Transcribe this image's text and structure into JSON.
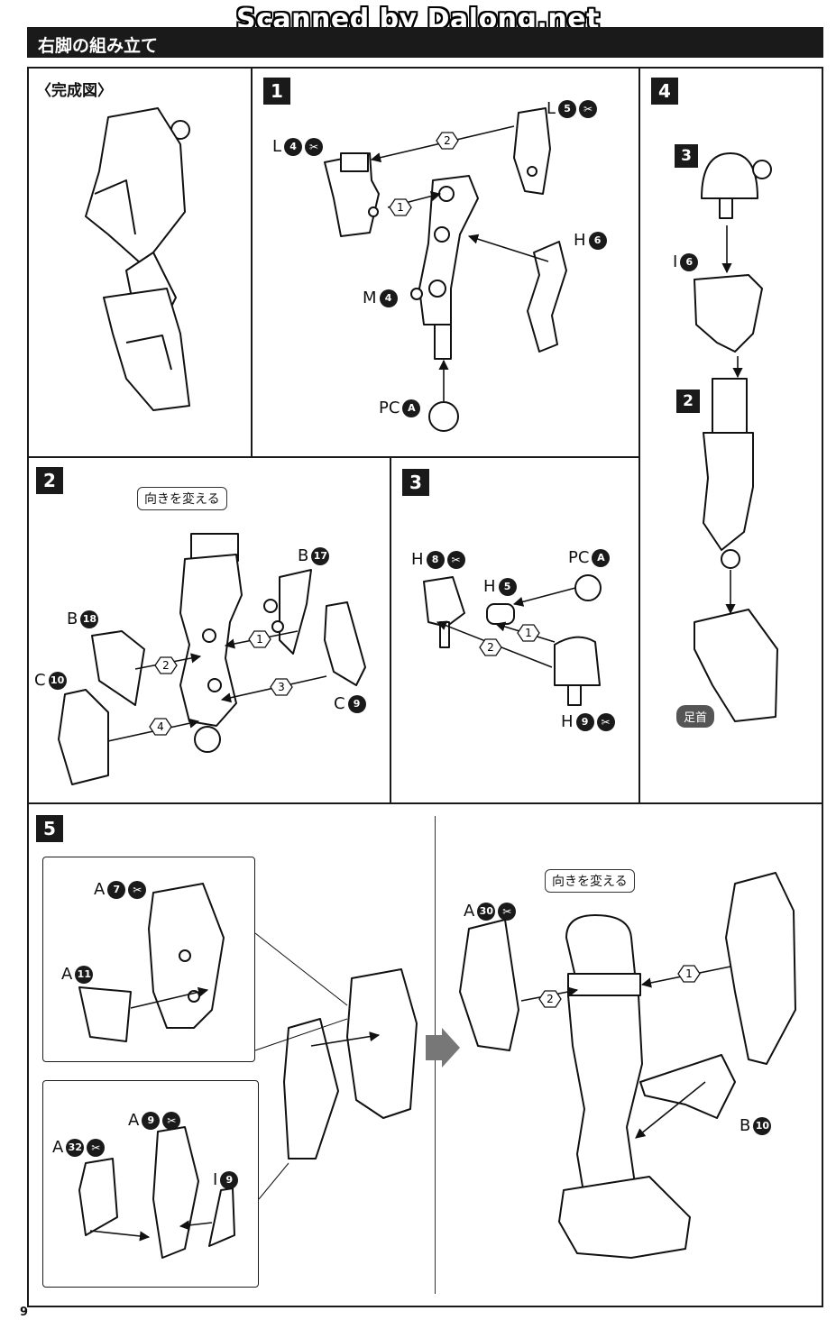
{
  "watermark": "Scanned by Dalong.net",
  "header": {
    "title": "右脚の組み立て"
  },
  "panels": {
    "complete": {
      "label": "〈完成図〉"
    },
    "step1": {
      "number": "1",
      "parts": [
        {
          "letter": "L",
          "num": "5",
          "cut": true
        },
        {
          "letter": "L",
          "num": "4",
          "cut": true
        },
        {
          "letter": "H",
          "num": "6",
          "cut": false
        },
        {
          "letter": "M",
          "num": "4",
          "cut": false
        },
        {
          "letter": "PC",
          "num": "A",
          "cut": false
        }
      ],
      "arrows": [
        "2",
        "1"
      ]
    },
    "step2": {
      "number": "2",
      "bubble": "向きを変える",
      "parts": [
        {
          "letter": "B",
          "num": "17",
          "cut": false
        },
        {
          "letter": "B",
          "num": "18",
          "cut": false
        },
        {
          "letter": "C",
          "num": "10",
          "cut": false
        },
        {
          "letter": "C",
          "num": "9",
          "cut": false
        }
      ],
      "arrows": [
        "1",
        "2",
        "3",
        "4"
      ]
    },
    "step3": {
      "number": "3",
      "parts": [
        {
          "letter": "H",
          "num": "8",
          "cut": true
        },
        {
          "letter": "PC",
          "num": "A",
          "cut": false
        },
        {
          "letter": "H",
          "num": "5",
          "cut": false
        },
        {
          "letter": "H",
          "num": "9",
          "cut": true
        }
      ],
      "arrows": [
        "1",
        "2"
      ]
    },
    "step4": {
      "number": "4",
      "sub_steps": [
        "3",
        "2"
      ],
      "parts": [
        {
          "letter": "I",
          "num": "6",
          "cut": false
        }
      ],
      "tag": "足首"
    },
    "step5": {
      "number": "5",
      "bubble": "向きを変える",
      "parts": [
        {
          "letter": "A",
          "num": "7",
          "cut": true
        },
        {
          "letter": "A",
          "num": "11",
          "cut": false
        },
        {
          "letter": "A",
          "num": "9",
          "cut": true
        },
        {
          "letter": "A",
          "num": "32",
          "cut": true
        },
        {
          "letter": "I",
          "num": "9",
          "cut": false
        },
        {
          "letter": "A",
          "num": "30",
          "cut": true
        },
        {
          "letter": "B",
          "num": "10",
          "cut": false
        }
      ],
      "arrows": [
        "1",
        "2"
      ]
    }
  },
  "page_number": "9",
  "colors": {
    "ink": "#1a1a1a",
    "paper": "#ffffff",
    "tag": "#555555"
  }
}
